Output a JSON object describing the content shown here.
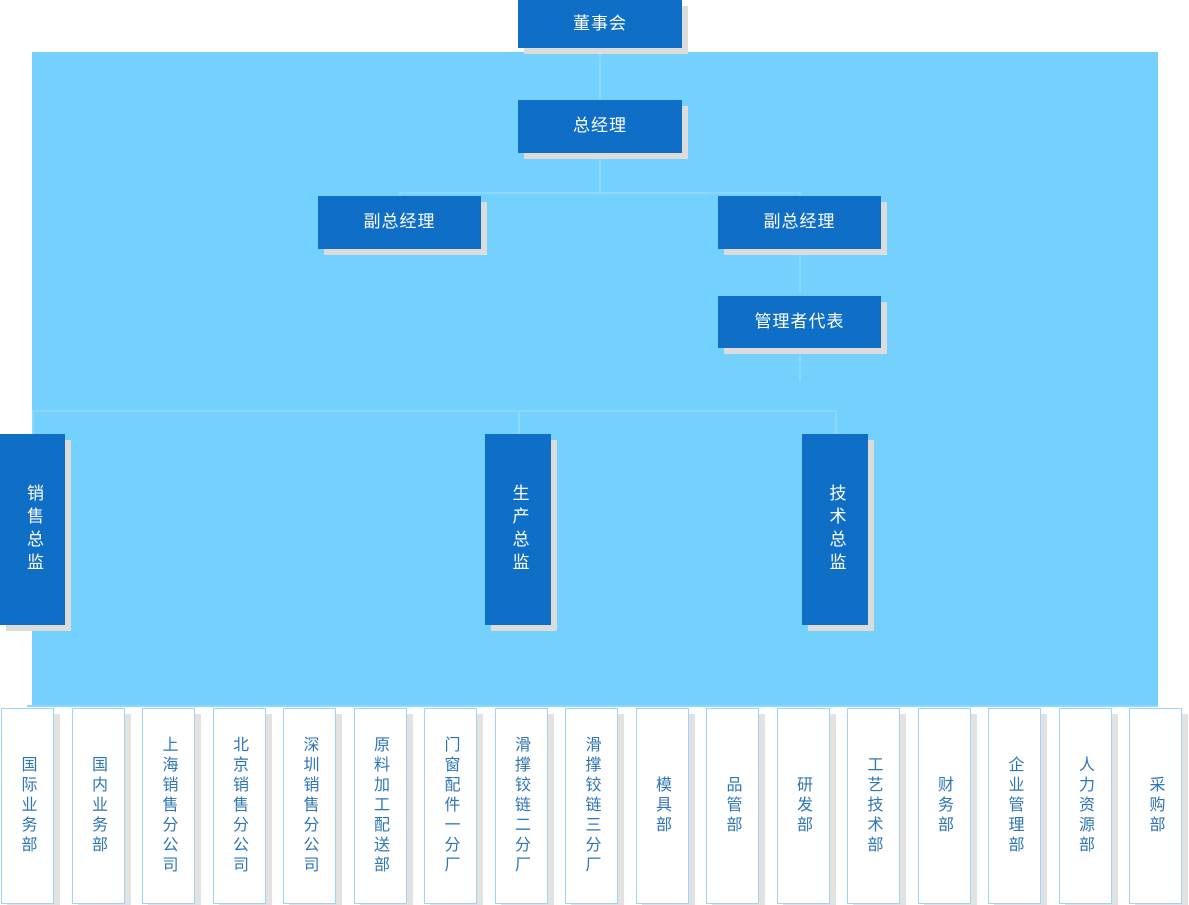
{
  "chart_title": "",
  "colors": {
    "panel_background": "#74d0fc",
    "executive_box": "#0f6fc6",
    "executive_text": "#ffffff",
    "department_border": "#9ed4f7",
    "department_text": "#2e75b6",
    "shadow": "#dcdcdc",
    "connector": "#8ad8fd"
  },
  "executive": {
    "board": {
      "label": "董事会"
    },
    "general_manager": {
      "label": "总经理"
    },
    "deputy_gm_left": {
      "label": "副总经理"
    },
    "deputy_gm_right": {
      "label": "副总经理"
    },
    "management_rep": {
      "label": "管理者代表"
    },
    "directors": [
      {
        "label": "销售总监"
      },
      {
        "label": "生产总监"
      },
      {
        "label": "技术总监"
      }
    ]
  },
  "departments": [
    {
      "label": "国际业务部"
    },
    {
      "label": "国内业务部"
    },
    {
      "label": "上海销售分公司"
    },
    {
      "label": "北京销售分公司"
    },
    {
      "label": "深圳销售分公司"
    },
    {
      "label": "原料加工配送部"
    },
    {
      "label": "门窗配件一分厂"
    },
    {
      "label": "滑撑铰链二分厂"
    },
    {
      "label": "滑撑铰链三分厂"
    },
    {
      "label": "模具部"
    },
    {
      "label": "品管部"
    },
    {
      "label": "研发部"
    },
    {
      "label": "工艺技术部"
    },
    {
      "label": "财务部"
    },
    {
      "label": "企业管理部"
    },
    {
      "label": "人力资源部"
    },
    {
      "label": "采购部"
    }
  ]
}
